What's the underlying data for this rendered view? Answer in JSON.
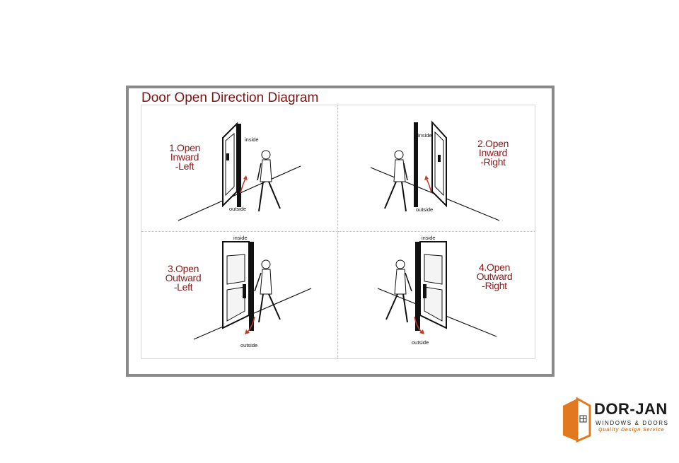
{
  "diagram": {
    "title": "Door Open Direction Diagram",
    "panels": [
      {
        "id": 1,
        "caption": [
          "1.Open",
          "Inward",
          "-Left"
        ],
        "inside_label": "inside",
        "outside_label": "outside"
      },
      {
        "id": 2,
        "caption": [
          "2.Open",
          "Inward",
          "-Right"
        ],
        "inside_label": "inside",
        "outside_label": "outside"
      },
      {
        "id": 3,
        "caption": [
          "3.Open",
          "Outward",
          "-Left"
        ],
        "inside_label": "inside",
        "outside_label": "outside"
      },
      {
        "id": 4,
        "caption": [
          "4.Open",
          "Outward",
          "-Right"
        ],
        "inside_label": "inside",
        "outside_label": "outside"
      }
    ]
  },
  "logo": {
    "name": "DOR-JAN",
    "subtitle": "WINDOWS & DOORS",
    "tagline": "Quality Design Service",
    "brand_color": "#e2781f"
  },
  "colors": {
    "caption": "#8b1a1a",
    "title": "#7a1414",
    "arrow": "#c0392b",
    "frame": "#8a8a8a"
  }
}
